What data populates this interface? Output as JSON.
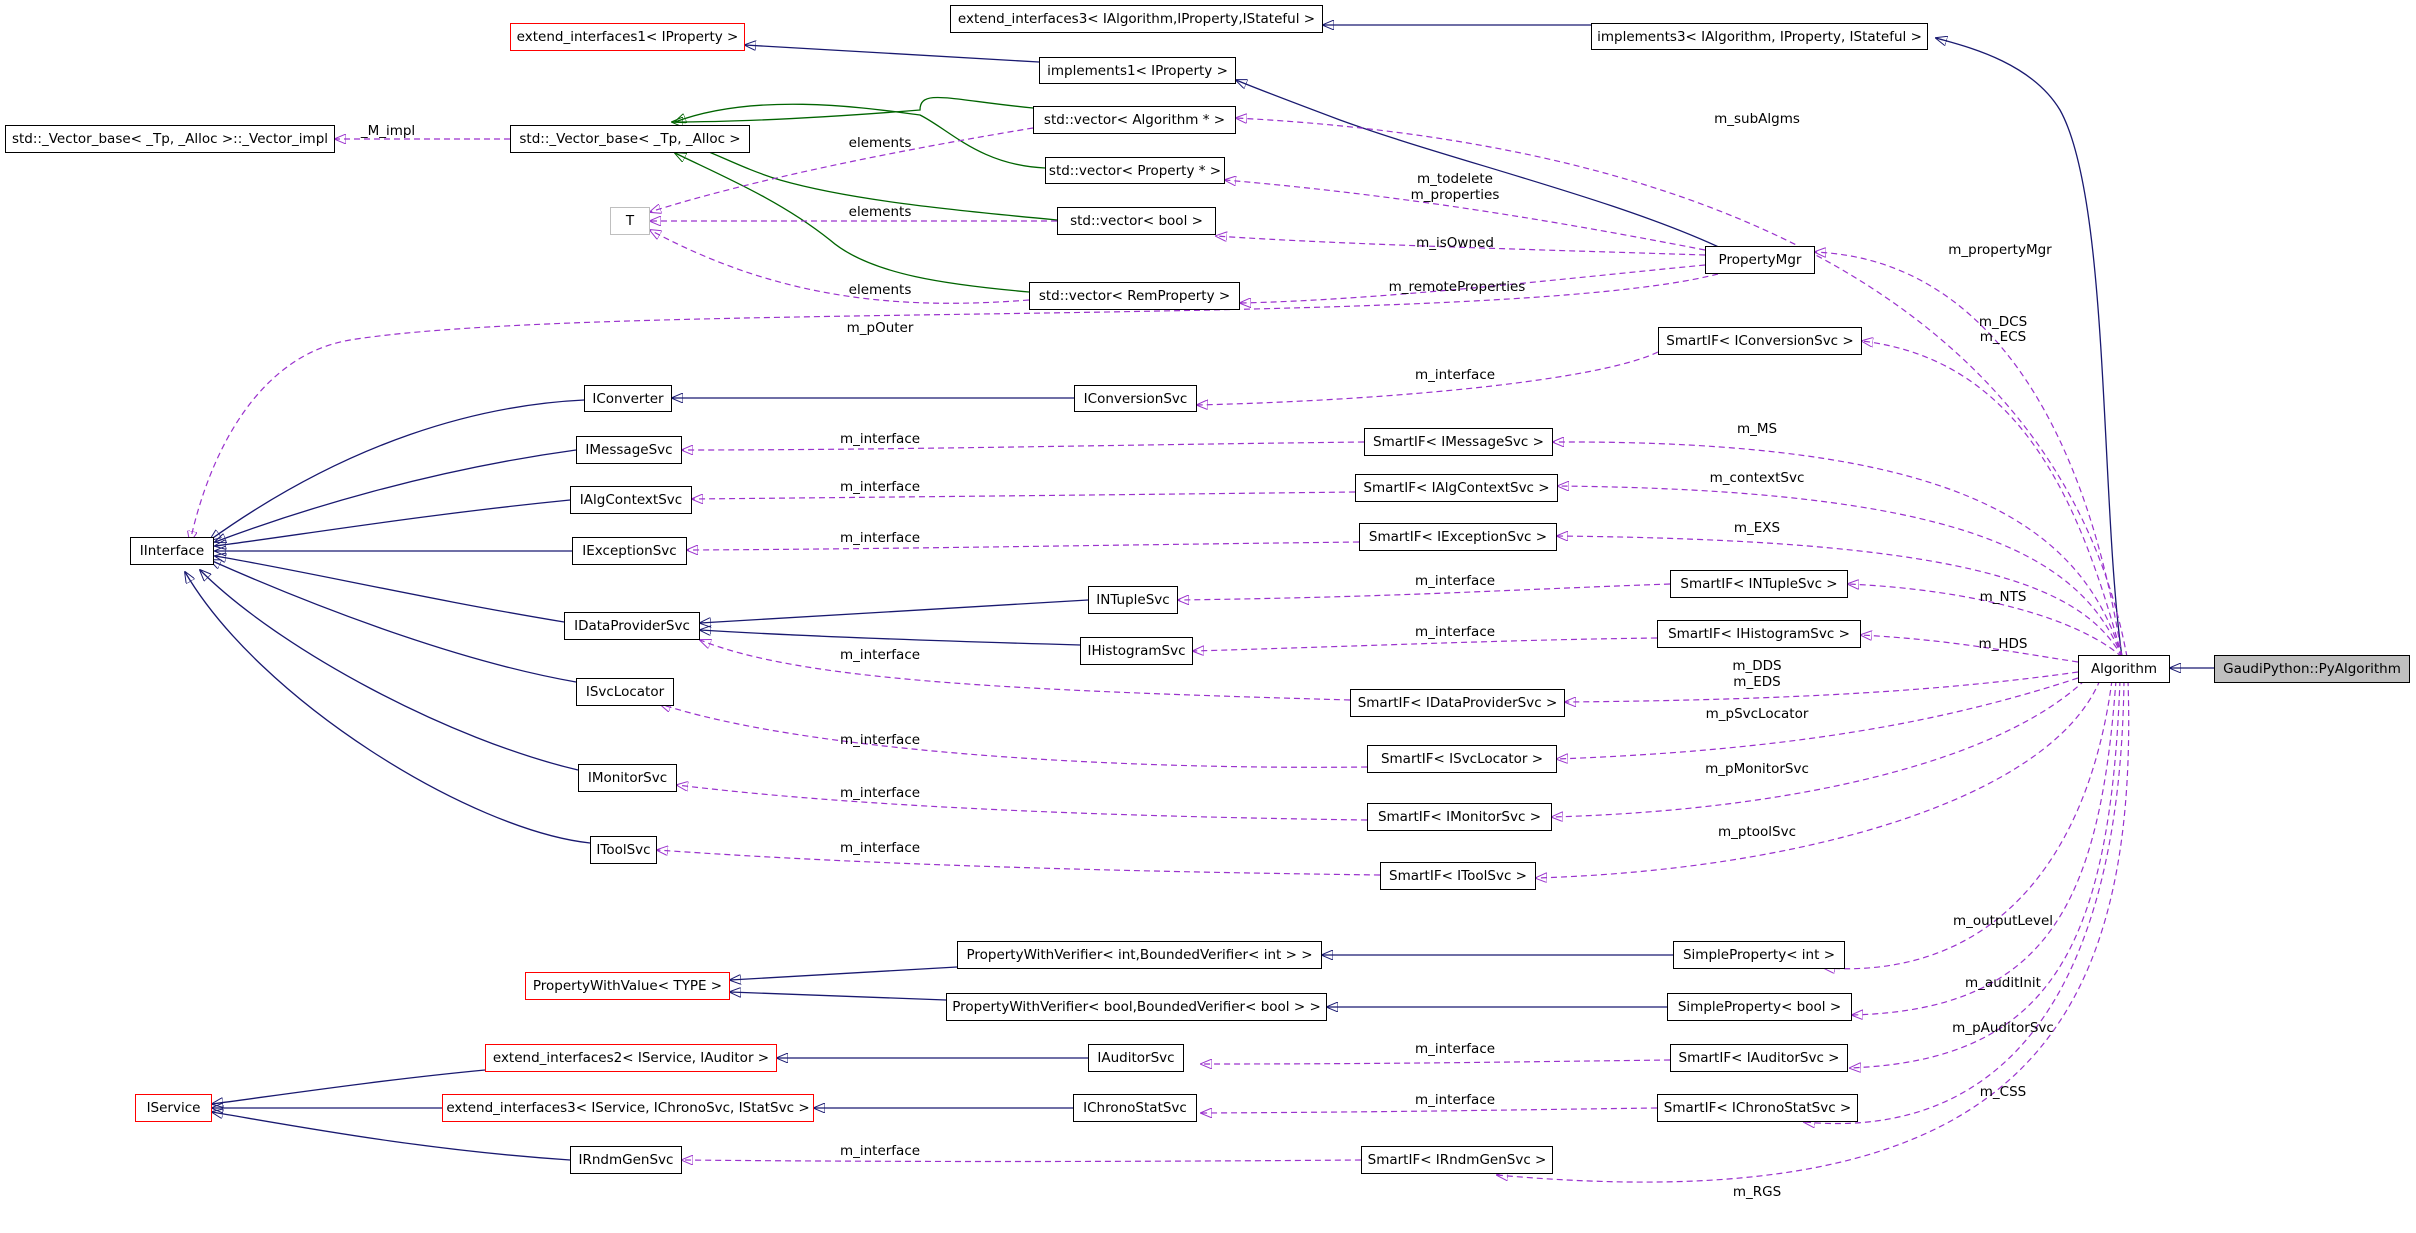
{
  "colors": {
    "inheritance": "#191970",
    "template": "#006400",
    "usage": "#9a32cd",
    "missing_border": "#ff0000",
    "root_fill": "#bfbfbf"
  },
  "nodes": {
    "ext_interfaces3_algo": "extend_interfaces3< IAlgorithm,IProperty,IStateful >",
    "implements3": "implements3< IAlgorithm, IProperty, IStateful >",
    "ext_interfaces1": "extend_interfaces1< IProperty >",
    "implements1": "implements1< IProperty >",
    "vector_base_impl": "std::_Vector_base< _Tp, _Alloc >::_Vector_impl",
    "vector_base": "std::_Vector_base< _Tp, _Alloc >",
    "vec_algorithm": "std::vector< Algorithm * >",
    "vec_property": "std::vector< Property * >",
    "T": "T",
    "vec_bool": "std::vector< bool >",
    "vec_remproperty": "std::vector< RemProperty >",
    "PropertyMgr": "PropertyMgr",
    "sif_conversion": "SmartIF< IConversionSvc >",
    "IConverter": "IConverter",
    "IConversionSvc": "IConversionSvc",
    "IMessageSvc": "IMessageSvc",
    "sif_message": "SmartIF< IMessageSvc >",
    "IAlgContextSvc": "IAlgContextSvc",
    "sif_algcontext": "SmartIF< IAlgContextSvc >",
    "IInterface": "IInterface",
    "IExceptionSvc": "IExceptionSvc",
    "sif_exception": "SmartIF< IExceptionSvc >",
    "INTupleSvc": "INTupleSvc",
    "sif_ntuple": "SmartIF< INTupleSvc >",
    "IDataProviderSvc": "IDataProviderSvc",
    "IHistogramSvc": "IHistogramSvc",
    "sif_histogram": "SmartIF< IHistogramSvc >",
    "Algorithm": "Algorithm",
    "PyAlgorithm": "GaudiPython::PyAlgorithm",
    "sif_dataprovider": "SmartIF< IDataProviderSvc >",
    "ISvcLocator": "ISvcLocator",
    "sif_svclocator": "SmartIF< ISvcLocator >",
    "IMonitorSvc": "IMonitorSvc",
    "sif_monitor": "SmartIF< IMonitorSvc >",
    "IToolSvc": "IToolSvc",
    "sif_tool": "SmartIF< IToolSvc >",
    "pwv_int": "PropertyWithVerifier< int,BoundedVerifier< int > >",
    "simple_int": "SimpleProperty< int >",
    "PropertyWithValue": "PropertyWithValue< TYPE >",
    "pwv_bool": "PropertyWithVerifier< bool,BoundedVerifier< bool > >",
    "simple_bool": "SimpleProperty< bool >",
    "ext_interfaces2": "extend_interfaces2< IService, IAuditor >",
    "IAuditorSvc": "IAuditorSvc",
    "sif_auditor": "SmartIF< IAuditorSvc >",
    "IService": "IService",
    "ext_interfaces3_svc": "extend_interfaces3< IService, IChronoSvc, IStatSvc >",
    "IChronoStatSvc": "IChronoStatSvc",
    "sif_chronostat": "SmartIF< IChronoStatSvc >",
    "IRndmGenSvc": "IRndmGenSvc",
    "sif_rndmgen": "SmartIF< IRndmGenSvc >"
  },
  "edge_labels": {
    "m_subAlgms": "m_subAlgms",
    "M_impl": "_M_impl",
    "elements_1": "elements",
    "elements_2": "elements",
    "elements_3": "elements",
    "m_todelete": "m_todelete",
    "m_properties": "m_properties",
    "m_isOwned": "m_isOwned",
    "m_remoteProperties": "m_remoteProperties",
    "m_propertyMgr": "m_propertyMgr",
    "m_pOuter": "m_pOuter",
    "m_DCS": "m_DCS",
    "m_ECS": "m_ECS",
    "m_interface_conversion": "m_interface",
    "m_interface_message": "m_interface",
    "m_MS": "m_MS",
    "m_interface_algcontext": "m_interface",
    "m_contextSvc": "m_contextSvc",
    "m_interface_exception": "m_interface",
    "m_EXS": "m_EXS",
    "m_interface_ntuple": "m_interface",
    "m_NTS": "m_NTS",
    "m_interface_histogram": "m_interface",
    "m_HDS": "m_HDS",
    "m_interface_dataprovider": "m_interface",
    "m_DDS": "m_DDS",
    "m_EDS": "m_EDS",
    "m_pSvcLocator": "m_pSvcLocator",
    "m_interface_svclocator": "m_interface",
    "m_pMonitorSvc": "m_pMonitorSvc",
    "m_interface_monitor": "m_interface",
    "m_ptoolSvc": "m_ptoolSvc",
    "m_interface_tool": "m_interface",
    "m_outputLevel": "m_outputLevel",
    "m_auditInit": "m_auditInit",
    "m_pAuditorSvc": "m_pAuditorSvc",
    "m_interface_auditor": "m_interface",
    "m_CSS": "m_CSS",
    "m_interface_chronostat": "m_interface",
    "m_interface_rndmgen": "m_interface",
    "m_RGS": "m_RGS"
  }
}
